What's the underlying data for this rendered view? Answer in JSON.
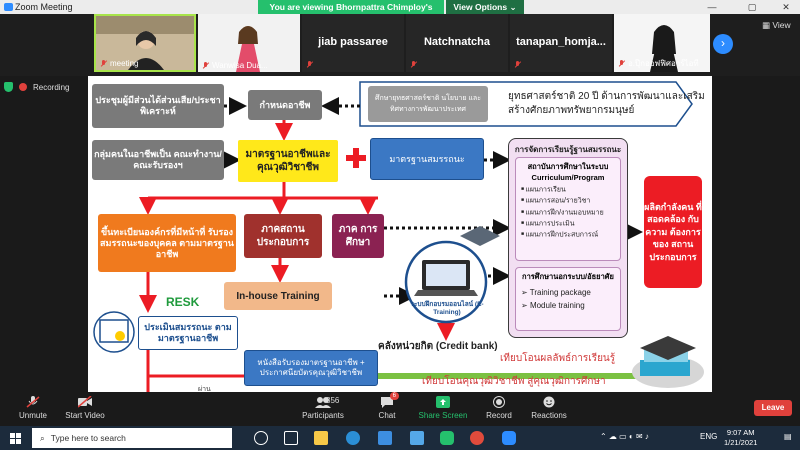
{
  "window": {
    "title": "Zoom Meeting",
    "viewing_banner": "You are viewing Bhornpattra Chimploy's screen",
    "view_options": "View Options ⌄",
    "view_label": "View"
  },
  "gallery": {
    "tiles": [
      {
        "name": "meeting",
        "kind": "video"
      },
      {
        "name": "Wanwisa Dua...",
        "kind": "video"
      },
      {
        "name": "jiab passaree",
        "kind": "name"
      },
      {
        "name": "Natchnatcha",
        "kind": "name"
      },
      {
        "name": "tanapan_homja...",
        "kind": "name"
      },
      {
        "name": "อ.ปุ๊กออฟฟิศอาร์ไอที",
        "kind": "video"
      }
    ]
  },
  "status": {
    "recording": "Recording"
  },
  "slide": {
    "box_stakeholder": "ประชุมผู้มีส่วนได้ส่วนเสีย/ประชาพิเคราะห์",
    "box_define": "กำหนดอาชีพ",
    "box_policy": "ศึกษายุทธศาสตร์ชาติ นโยบาย และทิศทางการพัฒนาประเทศ",
    "strategy_text": "ยุทธศาสตร์ชาติ 20 ปี ด้านการพัฒนาและเสริมสร้างศักยภาพทรัพยากรมนุษย์",
    "box_group": "กลุ่มคนในอาชีพเป็น คณะทำงาน/คณะรับรองฯ",
    "box_standard": "มาตรฐานอาชีพและ คุณวุฒิวิชาชีพ",
    "box_competency": "มาตรฐานสมรรถนะ",
    "box_org": "ขึ้นทะเบียนองค์กรที่มีหน้าที่ รับรองสมรรถนะของบุคคล ตามมาตรฐานอาชีพ",
    "box_industry": "ภาคสถาน ประกอบการ",
    "box_education": "ภาค การศึกษา",
    "box_inhouse": "In-house Training",
    "resk": "RESK",
    "box_assess": "ประเมินสมรรถนะ ตามมาตรฐานอาชีพ",
    "etraining": "ระบบฝึกอบรมออนไลน์ (E-Training)",
    "curriculum": {
      "title": "การจัดการเรียนรู้ฐานสมรรถนะ",
      "inner_title_1": "สถาบันการศึกษาในระบบ",
      "inner_title_2": "Curriculum/Program",
      "items": [
        "แผนการเรียน",
        "แผนการสอน/รายวิชา",
        "แผนการฝึก/งานมอบหมาย",
        "แผนการประเมิน",
        "แผนการฝึกประสบการณ์"
      ],
      "outside_title": "การศึกษานอกระบบ/อัธยาศัย",
      "outside_items": [
        "Training package",
        "Module training"
      ]
    },
    "box_output": "ผลิตกำลังคน ที่สอดคล้อง กับความ ต้องการของ สถาน ประกอบการ",
    "credit_bank": "คลังหน่วยกิต (Credit bank)",
    "certificate": "หนังสือรับรองมาตรฐานอาชีพ + ประกาศนียบัตรคุณวุฒิวิชาชีพ",
    "transfer_learning": "เทียบโอนผลลัพธ์การเรียนรู้",
    "transfer_qualification": "เทียบโอนคุณวุฒิวิชาชีพ สู่คุณวุฒิการศึกษา",
    "pass_label": "ผ่าน"
  },
  "toolbar": {
    "unmute": "Unmute",
    "start_video": "Start Video",
    "participants": "Participants",
    "participants_count": "356",
    "chat": "Chat",
    "chat_badge": "6",
    "share_screen": "Share Screen",
    "record": "Record",
    "reactions": "Reactions",
    "leave": "Leave"
  },
  "taskbar": {
    "search_placeholder": "Type here to search",
    "lang": "ENG",
    "time": "9:07 AM",
    "date": "1/21/2021"
  },
  "colors": {
    "zoom_blue": "#2d8cff",
    "banner_green": "#25c06d",
    "slide_yellow": "#ffe81a",
    "slide_red": "#ec1c24",
    "slide_orange": "#f07a1e",
    "slide_gray": "#7a7a7a"
  }
}
